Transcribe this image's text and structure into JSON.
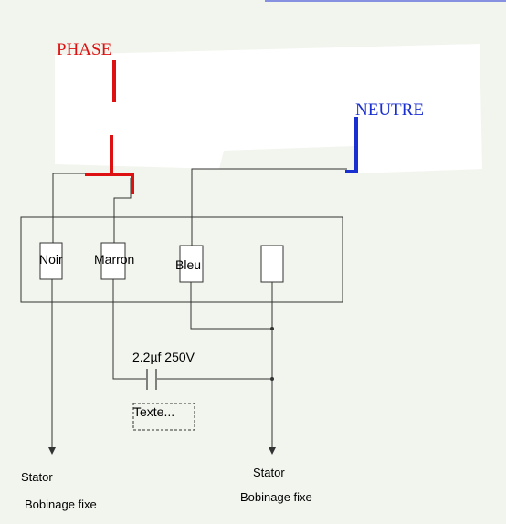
{
  "labels": {
    "phase": "PHASE",
    "neutre": "NEUTRE",
    "noir": "Noir",
    "marron": "Marron",
    "bleu": "Bleu",
    "capacitor": "2.2µf 250V",
    "texte_placeholder": "Texte...",
    "stator_left": "Stator",
    "bobinage_left": "Bobinage fixe",
    "stator_right": "Stator",
    "bobinage_right": "Bobinage fixe"
  },
  "colors": {
    "phase": "#dd1111",
    "neutre": "#1a2fd0",
    "wire": "#333333",
    "background": "#f2f5ee",
    "panel": "#ffffff"
  }
}
